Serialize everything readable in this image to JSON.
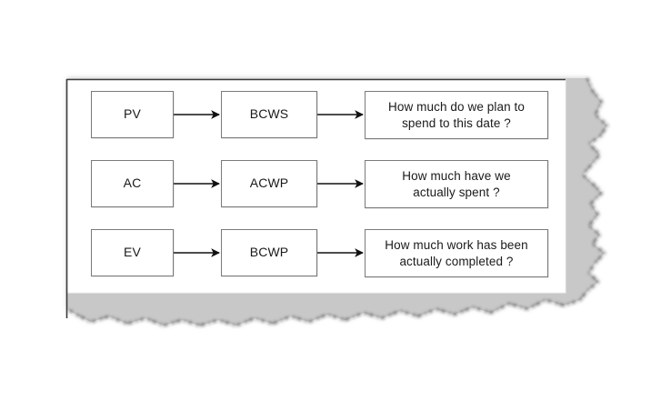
{
  "document": {
    "type": "torn-paper-scan",
    "description": "Earned value management terminology mapping diagram on a torn sheet of paper",
    "paper_color": "#ffffff",
    "backing_color": "#c8c8c8",
    "border_color": "#3b3b3b",
    "box_border_color": "#7a7a7a",
    "text_color": "#1a1a1a"
  },
  "diagram": {
    "type": "flow",
    "columns": [
      "abbreviation",
      "classic-term",
      "question"
    ],
    "rows": [
      {
        "id": "row-pv",
        "abbreviation": "PV",
        "classic_term": "BCWS",
        "question": "How much do we plan to spend to this date ?",
        "question_line1": "How much do we plan to",
        "question_line2": "spend to this date ?"
      },
      {
        "id": "row-ac",
        "abbreviation": "AC",
        "classic_term": "ACWP",
        "question": "How much have we actually spent ?",
        "question_line1": "How much have we",
        "question_line2": "actually spent ?"
      },
      {
        "id": "row-ev",
        "abbreviation": "EV",
        "classic_term": "BCWP",
        "question": "How much work has been actually completed ?",
        "question_line1": "How much work has been",
        "question_line2": "actually completed ?"
      }
    ],
    "arrows": [
      {
        "id": "arrow-pv-bcws",
        "from": "PV",
        "to": "BCWS"
      },
      {
        "id": "arrow-bcws-q1",
        "from": "BCWS",
        "to": "question-1"
      },
      {
        "id": "arrow-ac-acwp",
        "from": "AC",
        "to": "ACWP"
      },
      {
        "id": "arrow-acwp-q2",
        "from": "ACWP",
        "to": "question-2"
      },
      {
        "id": "arrow-ev-bcwp",
        "from": "EV",
        "to": "BCWP"
      },
      {
        "id": "arrow-bcwp-q3",
        "from": "BCWP",
        "to": "question-3"
      }
    ]
  }
}
